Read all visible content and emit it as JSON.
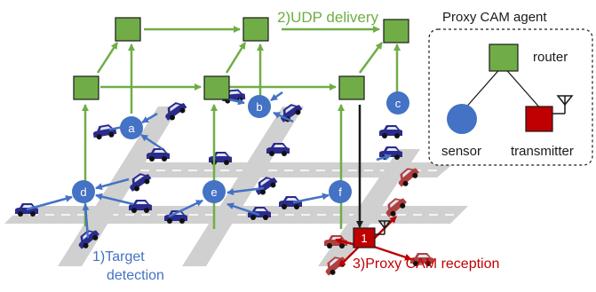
{
  "labels": {
    "udp": "2)UDP delivery",
    "target_line1": "1)Target",
    "target_line2": "detection",
    "proxy_reception": "3)Proxy CAM reception"
  },
  "sensors": [
    "a",
    "b",
    "c",
    "d",
    "e",
    "f"
  ],
  "transmitter": "1",
  "legend": {
    "title": "Proxy CAM agent",
    "router": "router",
    "sensor": "sensor",
    "transmitter": "transmitter"
  },
  "colors": {
    "router_fill": "#70ad47",
    "router_edge": "#1a1a1a",
    "sensor_fill": "#4472c4",
    "sensor_text": "#ffffff",
    "transmitter_fill": "#c00000",
    "udp_text": "#70ad47",
    "target_text": "#4472c4",
    "proxy_text": "#c00000",
    "road": "#d0d0d0",
    "lane_mark": "#ffffff",
    "car_blue": "#2b2b8c",
    "car_red": "#b04040"
  },
  "icons": {
    "router": "green-square",
    "sensor": "blue-circle",
    "transmitter": "red-square-antenna",
    "car": "car-icon"
  }
}
